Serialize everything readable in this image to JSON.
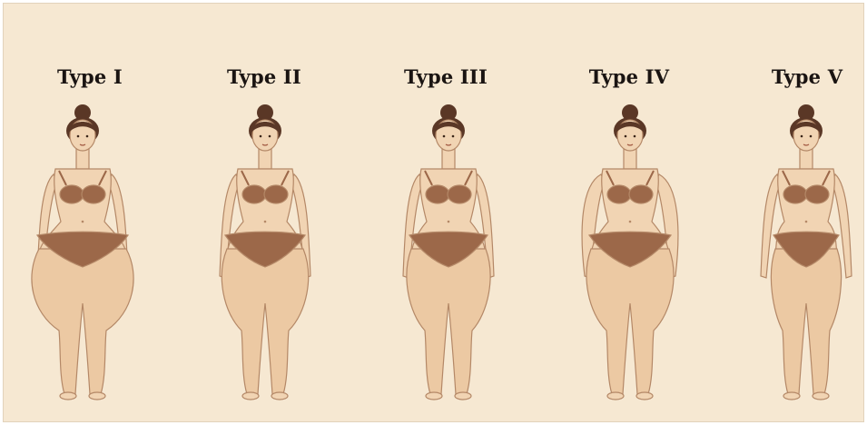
{
  "types": [
    {
      "label": "Type I"
    },
    {
      "label": "Type II"
    },
    {
      "label": "Type III"
    },
    {
      "label": "Type IV"
    },
    {
      "label": "Type V"
    }
  ],
  "colors": {
    "background": "#f6e8d2",
    "skin": "#f1d4b3",
    "swelling": "#ecc9a3",
    "outline": "#b48867",
    "underwear": "#9c6849",
    "hair": "#5a3726",
    "text": "#1a1412"
  }
}
